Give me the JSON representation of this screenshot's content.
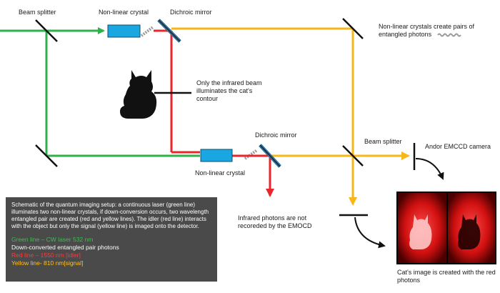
{
  "labels": {
    "beam_splitter_left": "Beam splitter",
    "nonlinear_crystal_top": "Non-linear crystal",
    "dichroic_mirror_top": "Dichroic mirror",
    "nonlinear_crystals_note": "Non-linear crystals create pairs of entangled photons",
    "infrared_note": "Only the infrared beam illuminates the cat's contour",
    "dichroic_mirror_bottom": "Dichroic mirror",
    "beam_splitter_right": "Beam splitter",
    "camera": "Andor EMCCD camera",
    "nonlinear_crystal_bottom": "Non-linear crystal",
    "infrared_not_recorded": "Infrared photons are not recoreded by the EMOCD",
    "cat_image_caption": "Cat's image is created with the red photons"
  },
  "legend": {
    "description": "Schematic of the quantum imaging setup: a continuous laser (green line) illuminates two non-linear crystals, if down-conversion occurs, two wavelength entangled pair are created (red and yellow lines). The idler (red line) interacts with the object but only the signal (yellow line) is imaged onto the detector.",
    "green": "Green line – CW laser 532 nm",
    "white": "Down-converted entangled pair photons",
    "red": "Red line – 1550 nm [idler]",
    "yellow": "Yellow line- 810 nm[signal]"
  },
  "colors": {
    "green_beam": "#2db24a",
    "red_beam": "#e8262c",
    "yellow_beam": "#f7b718",
    "crystal": "#1aa6e0",
    "mirror": "#2a6fa0",
    "legend_bg": "#4a4a4a"
  }
}
